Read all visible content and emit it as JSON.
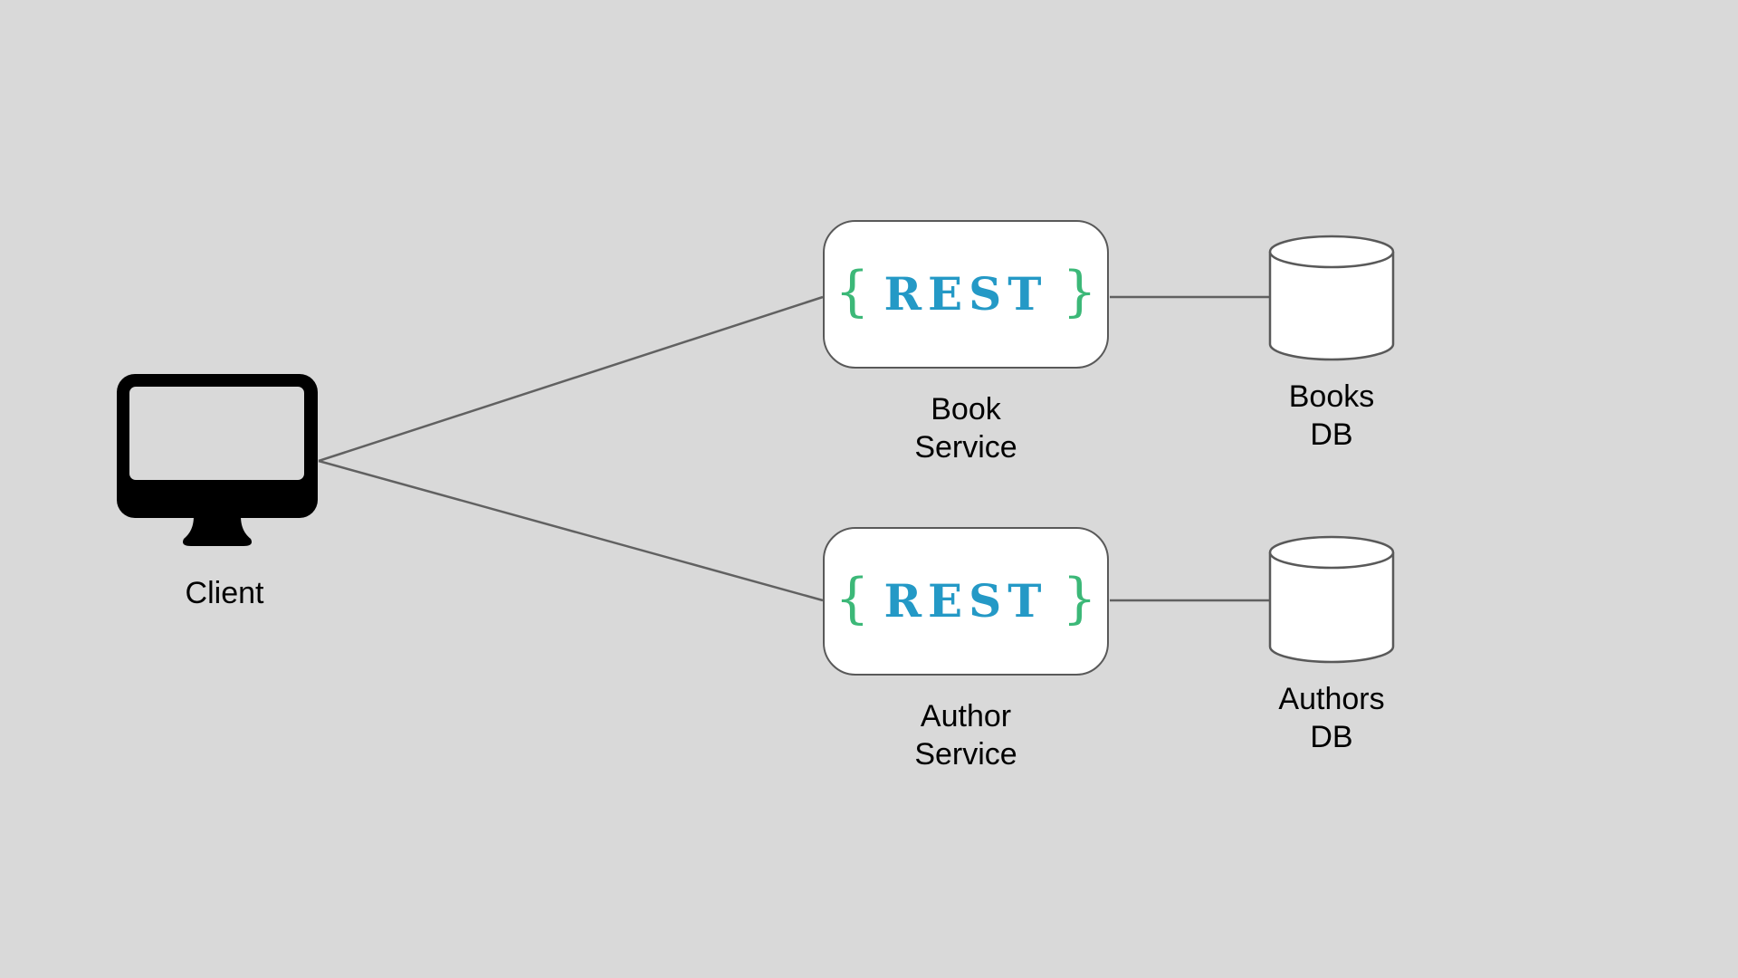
{
  "diagram": {
    "colors": {
      "canvas_bg": "#d9d9d9",
      "node_fill": "#ffffff",
      "node_border": "#595959",
      "connector": "#616161",
      "brace_green": "#3cb878",
      "rest_blue": "#2499c6",
      "text": "#000000",
      "icon": "#000000"
    },
    "nodes": {
      "client": {
        "type": "client",
        "icon": "monitor-icon",
        "label": "Client"
      },
      "book_service": {
        "type": "rest-service",
        "badge": {
          "open_brace": "{",
          "name": "REST",
          "close_brace": "}"
        },
        "label": "Book\nService"
      },
      "author_service": {
        "type": "rest-service",
        "badge": {
          "open_brace": "{",
          "name": "REST",
          "close_brace": "}"
        },
        "label": "Author\nService"
      },
      "books_db": {
        "type": "database",
        "icon": "database-cylinder-icon",
        "label": "Books\nDB"
      },
      "authors_db": {
        "type": "database",
        "icon": "database-cylinder-icon",
        "label": "Authors\nDB"
      }
    },
    "edges": [
      {
        "from": "client",
        "to": "book_service"
      },
      {
        "from": "client",
        "to": "author_service"
      },
      {
        "from": "book_service",
        "to": "books_db"
      },
      {
        "from": "author_service",
        "to": "authors_db"
      }
    ]
  }
}
